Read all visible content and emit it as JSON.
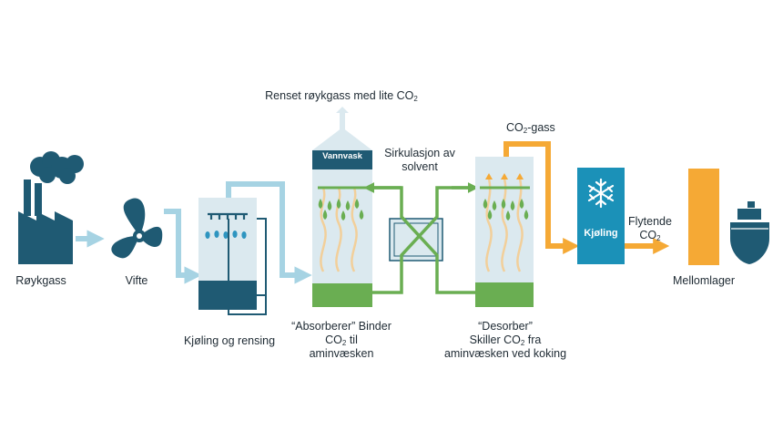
{
  "colors": {
    "dark_teal": "#1f5a73",
    "pipe_light_blue": "#a6d3e3",
    "green": "#6aae52",
    "orange": "#f5a935",
    "column_fill": "#dbe9ef",
    "water_drop": "#2e95c0",
    "kjoling_box": "#1b91b8"
  },
  "labels": {
    "roykgass": "Røykgass",
    "vifte": "Vifte",
    "kjoling_rensing": "Kjøling og rensing",
    "renset": {
      "pre": "Renset røykgass med lite CO",
      "sub": "2"
    },
    "vannvask": "Vannvask",
    "sirkulasjon_1": "Sirkulasjon av",
    "sirkulasjon_2": "solvent",
    "co2gass": {
      "pre": "CO",
      "sub": "2",
      "post": "-gass"
    },
    "absorber_1": "“Absorberer” Binder",
    "absorber_2": {
      "pre": "CO",
      "sub": "2",
      "post": " til"
    },
    "absorber_3": "aminvæsken",
    "desorber_1": "“Desorber”",
    "desorber_2": {
      "pre": "Skiller CO",
      "sub": "2",
      "post": " fra"
    },
    "desorber_3": "aminvæsken ved koking",
    "kjoling": "Kjøling",
    "flytende_1": "Flytende",
    "flytende_2": {
      "pre": "CO",
      "sub": "2"
    },
    "mellomlager": "Mellomlager"
  },
  "icons": [
    "factory-icon",
    "fan-icon",
    "snowflake-icon",
    "ship-icon",
    "spray-nozzle-icon",
    "heat-exchanger-icon"
  ]
}
